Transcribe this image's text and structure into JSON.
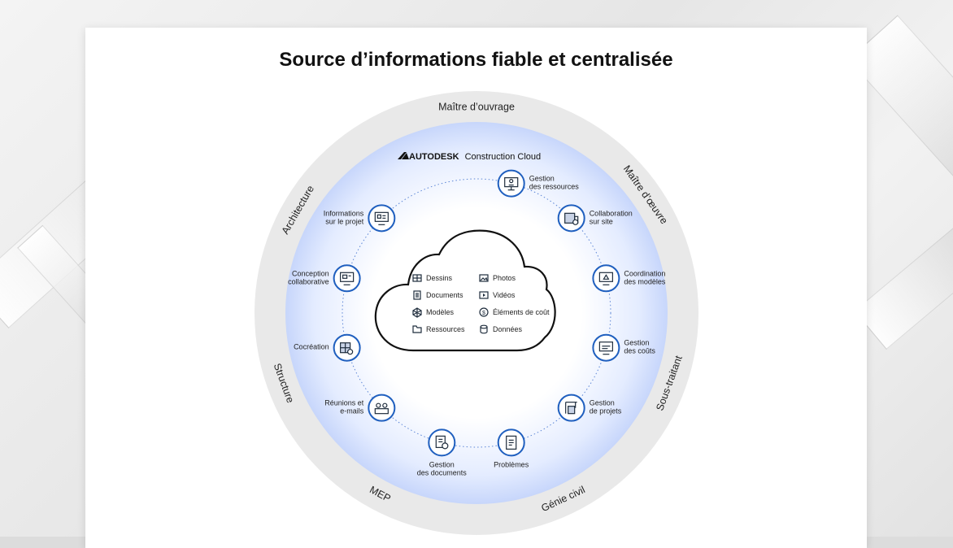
{
  "title": "Source d’informations fiable et centralisée",
  "brand": {
    "name": "AUTODESK",
    "product": "Construction Cloud"
  },
  "outer_ring": [
    "Maître d’ouvrage",
    "Maître d’œuvre",
    "Sous-traitant",
    "Génie civil",
    "MEP",
    "Structure",
    "Architecture"
  ],
  "nodes": [
    {
      "lines": [
        "Gestion",
        "des ressources"
      ],
      "icon": "monitor-person-icon"
    },
    {
      "lines": [
        "Collaboration",
        "sur site"
      ],
      "icon": "building-icon"
    },
    {
      "lines": [
        "Coordination",
        "des modèles"
      ],
      "icon": "model-screen-icon"
    },
    {
      "lines": [
        "Gestion",
        "des coûts"
      ],
      "icon": "cost-screen-icon"
    },
    {
      "lines": [
        "Gestion",
        "de projets"
      ],
      "icon": "crane-icon"
    },
    {
      "lines": [
        "Problèmes"
      ],
      "icon": "tablet-icon"
    },
    {
      "lines": [
        "Gestion",
        "des documents"
      ],
      "icon": "document-search-icon"
    },
    {
      "lines": [
        "Réunions et",
        "e-mails"
      ],
      "icon": "meeting-icon"
    },
    {
      "lines": [
        "Cocréation"
      ],
      "icon": "blueprint-icon"
    },
    {
      "lines": [
        "Conception",
        "collaborative"
      ],
      "icon": "design-screen-icon"
    },
    {
      "lines": [
        "Informations",
        "sur le projet"
      ],
      "icon": "info-screen-icon"
    }
  ],
  "cloud_items": [
    {
      "label": "Dessins",
      "icon": "drawing-icon"
    },
    {
      "label": "Photos",
      "icon": "photo-icon"
    },
    {
      "label": "Documents",
      "icon": "document-icon"
    },
    {
      "label": "Vidéos",
      "icon": "video-icon"
    },
    {
      "label": "Modèles",
      "icon": "cube-icon"
    },
    {
      "label": "Éléments de coût",
      "icon": "dollar-icon"
    },
    {
      "label": "Ressources",
      "icon": "folder-icon"
    },
    {
      "label": "Données",
      "icon": "database-icon"
    }
  ],
  "colors": {
    "accent": "#1f5fbf",
    "ring": "#e8e8e8",
    "glow": "#cfdcff"
  }
}
